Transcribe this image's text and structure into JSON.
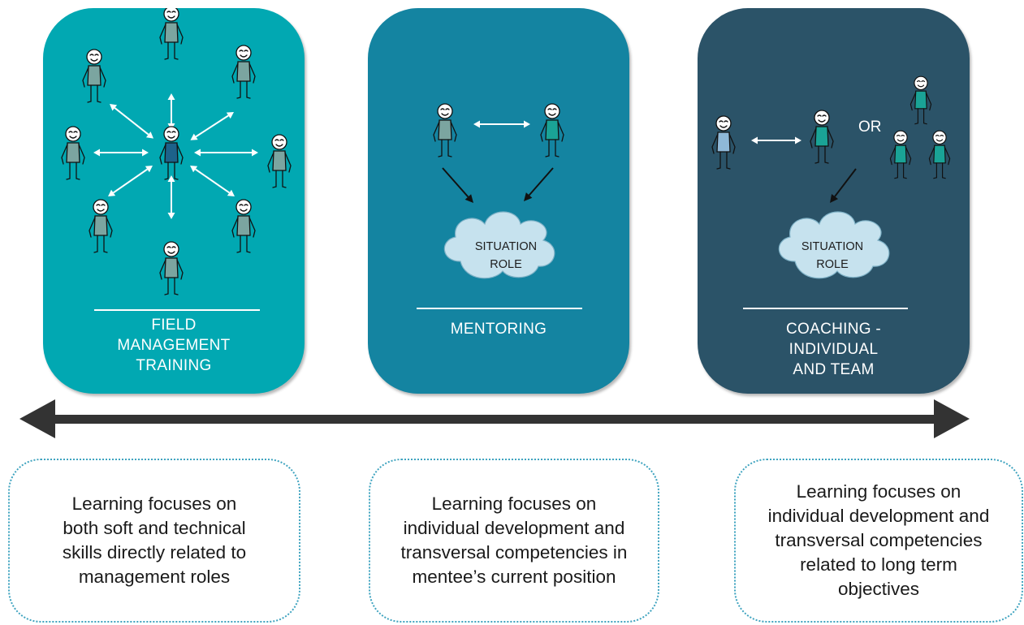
{
  "colors": {
    "field_card": "#01a8b2",
    "mentoring_card": "#1484a1",
    "coaching_card": "#2b5368",
    "arrow": "#333333",
    "box_border": "#3ea3bf",
    "cloud": "#c6e2ee"
  },
  "cards": [
    {
      "label": "FIELD\nMANAGEMENT\nTRAINING"
    },
    {
      "label": "MENTORING",
      "cloud": "SITUATION\nROLE"
    },
    {
      "label": "COACHING -\nINDIVIDUAL\nAND TEAM",
      "cloud": "SITUATION\nROLE",
      "or": "OR"
    }
  ],
  "focus_boxes": [
    {
      "text": "Learning focuses on\nboth soft and technical\nskills directly related to\nmanagement roles"
    },
    {
      "text": "Learning focuses on\nindividual development and\ntransversal competencies in\nmentee’s current position"
    },
    {
      "text": "Learning focuses on\nindividual development and\ntransversal competencies\nrelated to long term\nobjectives"
    }
  ]
}
